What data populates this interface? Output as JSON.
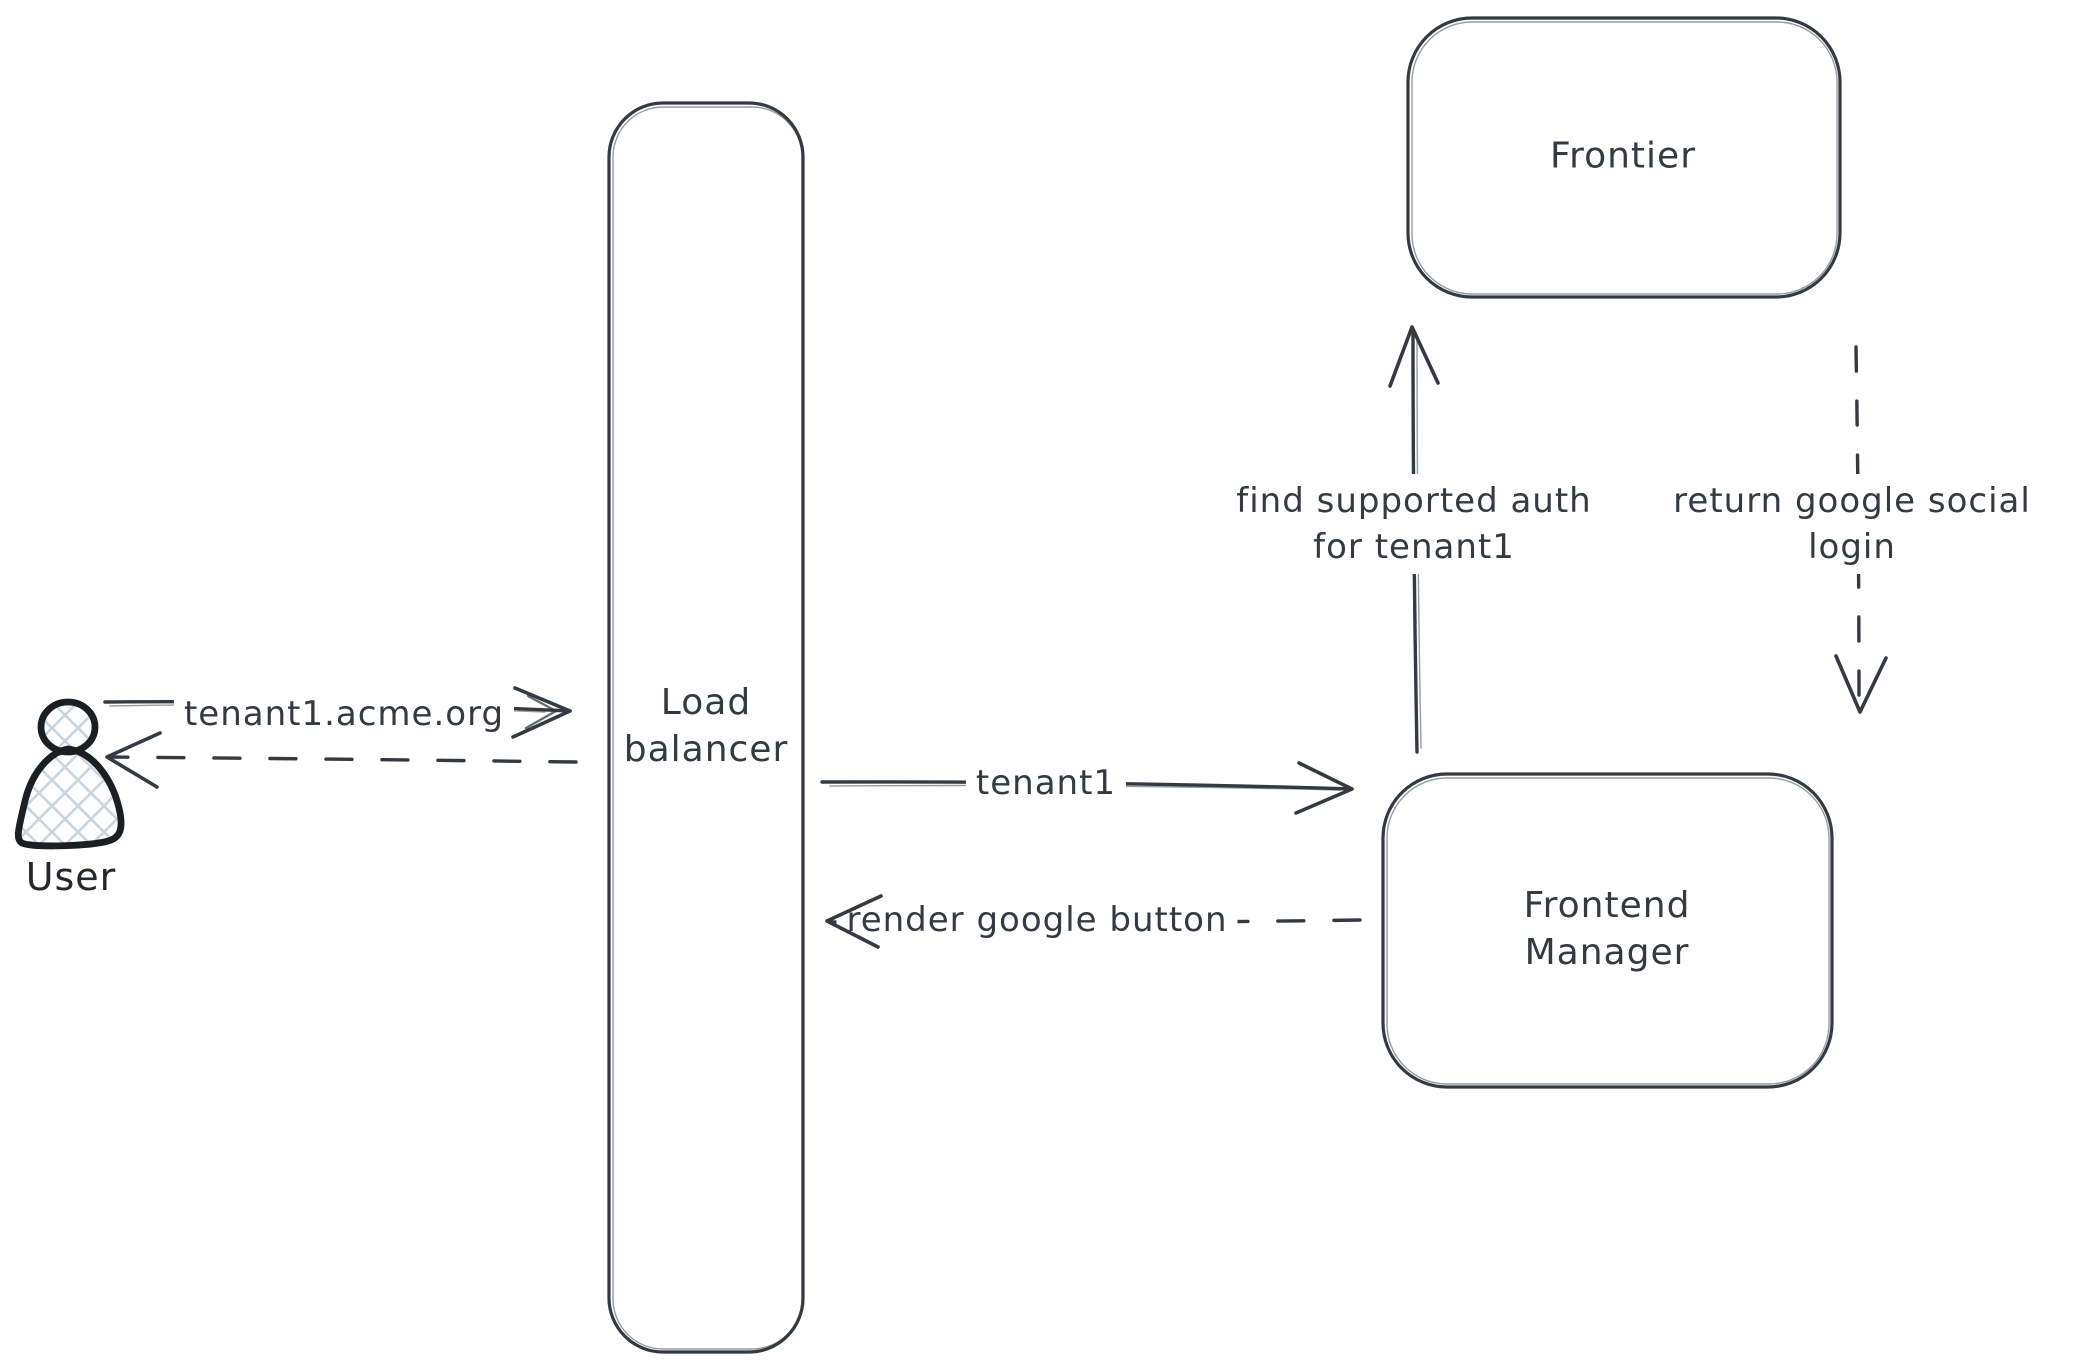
{
  "diagram": {
    "colors": {
      "background": "#ffffff",
      "stroke": "#343a40",
      "user_stroke": "#1c1f22",
      "hatch_fill_lines": "#ccd4dd",
      "text": "#343a40"
    },
    "nodes": {
      "user": {
        "label": "User"
      },
      "load_balancer": {
        "line1": "Load",
        "line2": "balancer"
      },
      "frontier": {
        "label": "Frontier"
      },
      "frontend_manager": {
        "line1": "Frontend",
        "line2": "Manager"
      }
    },
    "edges": {
      "tenant_acme": {
        "label": "tenant1.acme.org",
        "style": "solid",
        "from": "User",
        "to": "Load balancer"
      },
      "lb_to_user_reply": {
        "label": "",
        "style": "dashed",
        "from": "Load balancer",
        "to": "User"
      },
      "tenant1": {
        "label": "tenant1",
        "style": "solid",
        "from": "Load balancer",
        "to": "Frontend Manager"
      },
      "render_google_button": {
        "label": "render google button",
        "style": "dashed",
        "from": "Frontend Manager",
        "to": "Load balancer"
      },
      "find_supported_auth": {
        "line1": "find supported auth",
        "line2": "for tenant1",
        "style": "solid",
        "from": "Frontend Manager",
        "to": "Frontier"
      },
      "return_google_social": {
        "line1": "return google social",
        "line2": "login",
        "style": "dashed",
        "from": "Frontier",
        "to": "Frontend Manager"
      }
    }
  }
}
